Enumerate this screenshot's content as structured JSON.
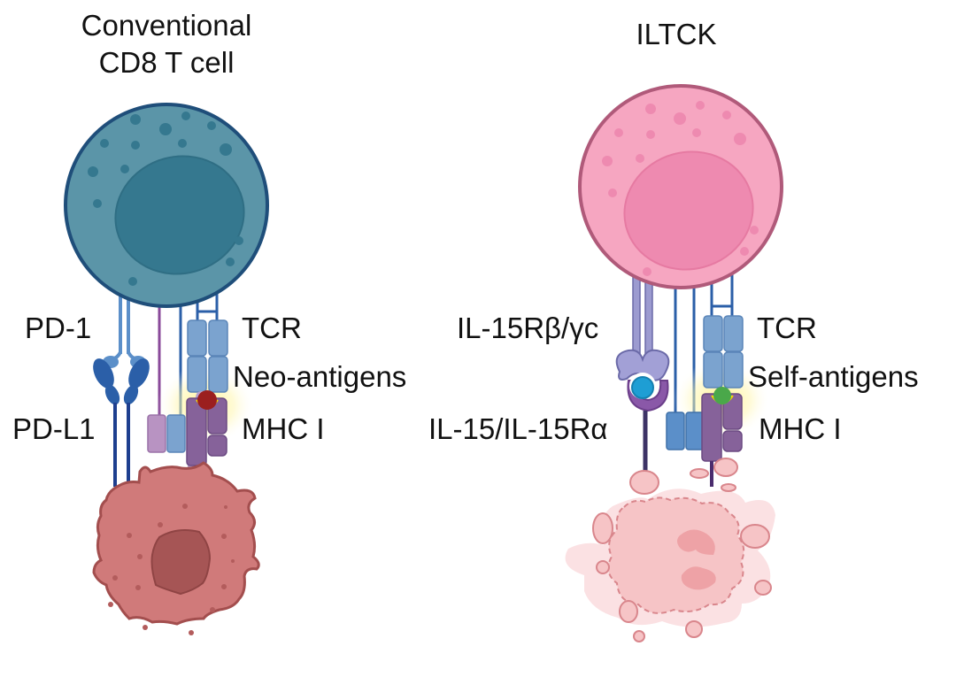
{
  "left_panel": {
    "title_line1": "Conventional",
    "title_line2": "CD8 T cell",
    "labels": {
      "pd1": "PD-1",
      "pdl1": "PD-L1",
      "tcr": "TCR",
      "antigen": "Neo-antigens",
      "mhc": "MHC I"
    },
    "colors": {
      "cell_fill": "#5b95a8",
      "cell_stroke": "#1f4e7a",
      "nucleus": "#35788f",
      "antigen": "#9b1f1f",
      "target_fill": "#d07a7a",
      "target_nucleus": "#a65555"
    }
  },
  "right_panel": {
    "title": "ILTCK",
    "labels": {
      "il15r": "IL-15Rβ/γc",
      "il15": "IL-15/IL-15Rα",
      "tcr": "TCR",
      "antigen": "Self-antigens",
      "mhc": "MHC I"
    },
    "colors": {
      "cell_fill": "#f6a6c1",
      "cell_stroke": "#b05a7a",
      "nucleus": "#ee8ab0",
      "antigen": "#4aa84a",
      "il15": "#1e9ed4",
      "target_fill": "#f6c4c6"
    }
  }
}
